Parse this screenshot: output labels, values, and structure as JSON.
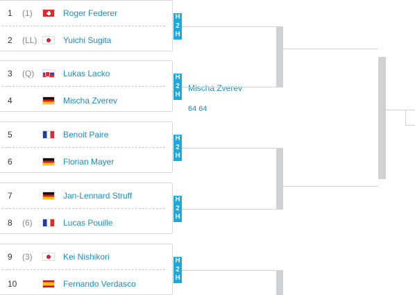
{
  "matches": [
    {
      "players": [
        {
          "num": "1",
          "seed": "(1)",
          "flag": "ch",
          "name": "Roger Federer"
        },
        {
          "num": "2",
          "seed": "(LL)",
          "flag": "jp",
          "name": "Yuichi Sugita"
        }
      ],
      "h2h": [
        "H",
        "2",
        "H"
      ]
    },
    {
      "players": [
        {
          "num": "3",
          "seed": "(Q)",
          "flag": "sk",
          "name": "Lukas Lacko"
        },
        {
          "num": "4",
          "seed": "",
          "flag": "de",
          "name": "Mischa Zverev"
        }
      ],
      "h2h": [
        "H",
        "2",
        "H"
      ],
      "winner": "Mischa Zverev",
      "score": "64 64"
    },
    {
      "players": [
        {
          "num": "5",
          "seed": "",
          "flag": "fr",
          "name": "Benoit Paire"
        },
        {
          "num": "6",
          "seed": "",
          "flag": "de",
          "name": "Florian Mayer"
        }
      ],
      "h2h": [
        "H",
        "2",
        "H"
      ]
    },
    {
      "players": [
        {
          "num": "7",
          "seed": "",
          "flag": "de",
          "name": "Jan-Lennard Struff"
        },
        {
          "num": "8",
          "seed": "(6)",
          "flag": "fr",
          "name": "Lucas Pouille"
        }
      ],
      "h2h": [
        "H",
        "2",
        "H"
      ]
    },
    {
      "players": [
        {
          "num": "9",
          "seed": "(3)",
          "flag": "jp",
          "name": "Kei Nishikori"
        },
        {
          "num": "10",
          "seed": "",
          "flag": "es",
          "name": "Fernando Verdasco"
        }
      ],
      "h2h": [
        "H",
        "2",
        "H"
      ]
    }
  ],
  "colors": {
    "link": "#1a8fc0",
    "h2h_badge": "#1fa8dc",
    "bracket_line": "#d2d2d2"
  }
}
